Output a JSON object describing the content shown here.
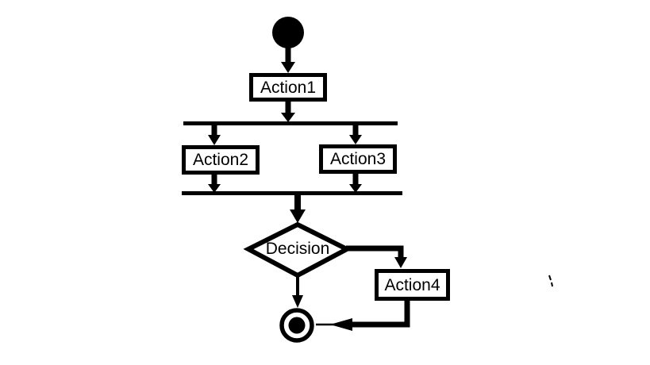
{
  "diagram": {
    "kind": "UML activity diagram",
    "background_color": "#ffffff",
    "ink_color": "#000000",
    "nodes": {
      "start": {
        "type": "initial-node"
      },
      "action1": {
        "type": "action",
        "label": "Action1"
      },
      "fork": {
        "type": "fork-bar"
      },
      "action2": {
        "type": "action",
        "label": "Action2"
      },
      "action3": {
        "type": "action",
        "label": "Action3"
      },
      "join": {
        "type": "join-bar"
      },
      "decision": {
        "type": "decision",
        "label": "Decision"
      },
      "action4": {
        "type": "action",
        "label": "Action4"
      },
      "end": {
        "type": "final-node"
      }
    },
    "edges": [
      {
        "from": "start",
        "to": "Action1"
      },
      {
        "from": "Action1",
        "to": "fork"
      },
      {
        "from": "fork",
        "to": "Action2"
      },
      {
        "from": "fork",
        "to": "Action3"
      },
      {
        "from": "Action2",
        "to": "join"
      },
      {
        "from": "Action3",
        "to": "join"
      },
      {
        "from": "join",
        "to": "Decision"
      },
      {
        "from": "Decision",
        "to": "end"
      },
      {
        "from": "Decision",
        "to": "Action4"
      },
      {
        "from": "Action4",
        "to": "end"
      }
    ]
  }
}
